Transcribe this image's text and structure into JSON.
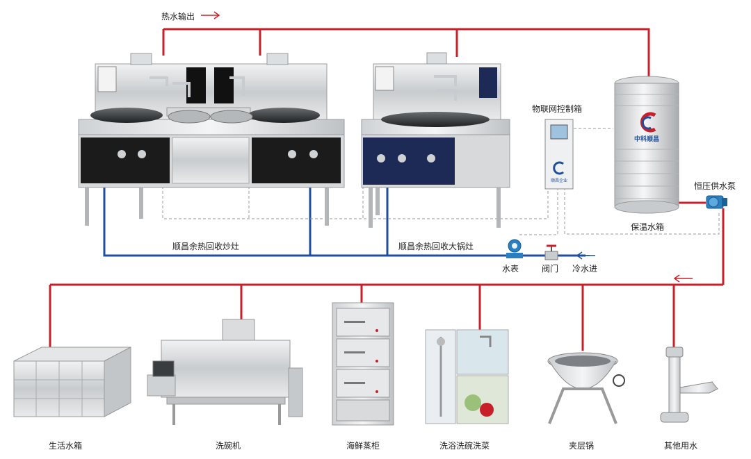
{
  "labels": {
    "hot_water_out": "热水输出",
    "wok_stove": "顺昌余热回收炒灶",
    "big_pot_stove": "顺昌余热回收大锅灶",
    "iot_control_box": "物联网控制箱",
    "insulated_tank": "保温水箱",
    "pressure_pump": "恒压供水泵",
    "water_meter": "水表",
    "valve": "阀门",
    "cold_water_in": "冷水进"
  },
  "outputs": [
    {
      "label": "生活水箱"
    },
    {
      "label": "洗碗机"
    },
    {
      "label": "海鲜蒸柜"
    },
    {
      "label": "洗浴洗碗洗菜"
    },
    {
      "label": "夹层锅"
    },
    {
      "label": "其他用水"
    }
  ],
  "tank_brand": "中科顺昌",
  "control_box_brand": "顺昌企业",
  "colors": {
    "hot_pipe": "#c8202a",
    "cold_pipe": "#1f4f9c",
    "signal_line": "#999999",
    "steel": "#d8dadc",
    "stove_black_panel": "#1b1b1b",
    "stove_navy_panel": "#1c2a55",
    "arrow": "#c8202a",
    "pump_blue": "#2a7fc0"
  },
  "icons": [
    "arrow-right-icon",
    "arrow-left-icon",
    "logo-c-icon",
    "water-meter-icon",
    "valve-icon",
    "pump-icon",
    "faucet-icon"
  ]
}
